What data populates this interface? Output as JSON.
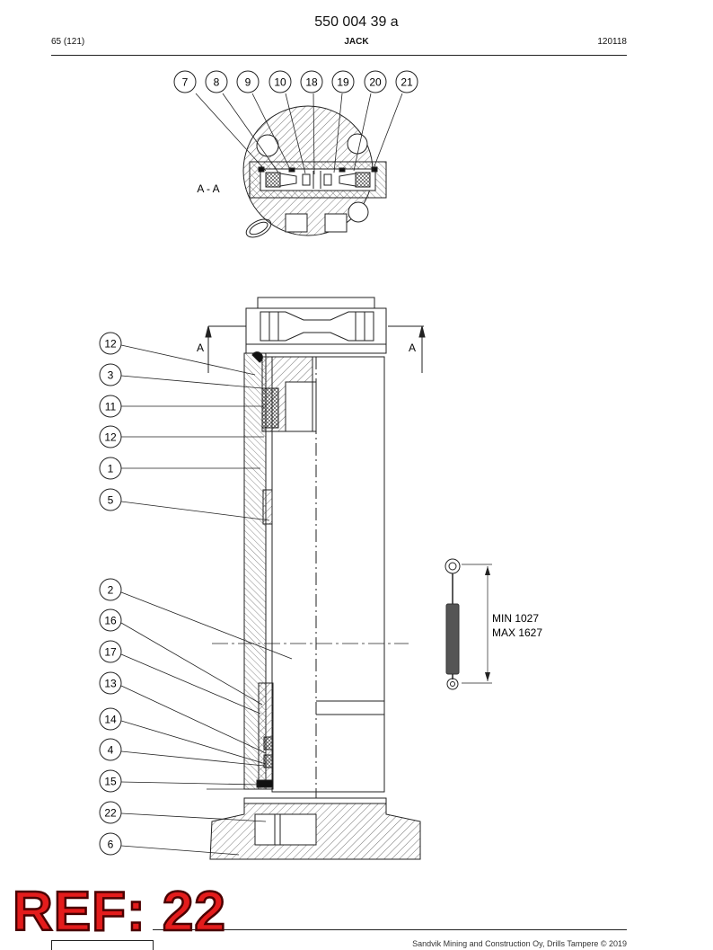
{
  "header": {
    "doc_number": "550 004 39 a",
    "page_ref": "65 (121)",
    "section_title": "JACK",
    "doc_date": "120118"
  },
  "section_view": {
    "label": "A - A",
    "callouts": [
      "7",
      "8",
      "9",
      "10",
      "18",
      "19",
      "20",
      "21"
    ]
  },
  "main_view": {
    "section_marker_left": "A",
    "section_marker_right": "A",
    "callouts": [
      "12",
      "3",
      "11",
      "12",
      "1",
      "5",
      "2",
      "16",
      "17",
      "13",
      "14",
      "4",
      "15",
      "22",
      "6"
    ]
  },
  "stroke_info": {
    "min": "MIN 1027",
    "max": "MAX 1627"
  },
  "footer": {
    "copyright": "Sandvik Mining and Construction Oy, Drills Tampere © 2019"
  },
  "stamp": {
    "text": "REF: 22"
  },
  "colors": {
    "ink": "#222222",
    "stamp_fill": "#e41c1c",
    "stamp_outline": "#4a0000",
    "cylinder_body": "#555555"
  }
}
